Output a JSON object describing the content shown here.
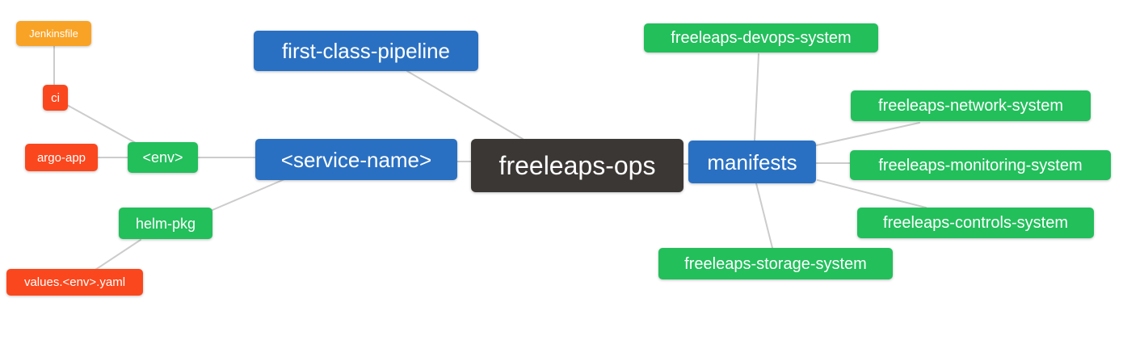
{
  "diagram": {
    "type": "mindmap",
    "title": "freeleaps-ops repository structure",
    "edge_color": "#cccccc",
    "level_colors": {
      "root": "#3B3734",
      "level2": "#2A70C2",
      "level3": "#22BF5B",
      "level4": "#FB471D",
      "level5": "#F9A326"
    },
    "nodes": [
      {
        "id": "jenkinsfile",
        "label": "Jenkinsfile",
        "level": 5,
        "color": "#F9A326"
      },
      {
        "id": "ci",
        "label": "ci",
        "level": 4,
        "color": "#FB471D"
      },
      {
        "id": "argo-app",
        "label": "argo-app",
        "level": 4,
        "color": "#FB471D"
      },
      {
        "id": "env",
        "label": "<env>",
        "level": 3,
        "color": "#22BF5B"
      },
      {
        "id": "first-class-pipeline",
        "label": "first-class-pipeline",
        "level": 2,
        "color": "#2A70C2"
      },
      {
        "id": "service-name",
        "label": "<service-name>",
        "level": 2,
        "color": "#2A70C2"
      },
      {
        "id": "helm-pkg",
        "label": "helm-pkg",
        "level": 3,
        "color": "#22BF5B"
      },
      {
        "id": "values-env-yaml",
        "label": "values.<env>.yaml",
        "level": 4,
        "color": "#FB471D"
      },
      {
        "id": "freeleaps-ops",
        "label": "freeleaps-ops",
        "level": 1,
        "color": "#3B3734"
      },
      {
        "id": "manifests",
        "label": "manifests",
        "level": 2,
        "color": "#2A70C2"
      },
      {
        "id": "devops-system",
        "label": "freeleaps-devops-system",
        "level": 3,
        "color": "#22BF5B"
      },
      {
        "id": "network-system",
        "label": "freeleaps-network-system",
        "level": 3,
        "color": "#22BF5B"
      },
      {
        "id": "monitoring-system",
        "label": "freeleaps-monitoring-system",
        "level": 3,
        "color": "#22BF5B"
      },
      {
        "id": "controls-system",
        "label": "freeleaps-controls-system",
        "level": 3,
        "color": "#22BF5B"
      },
      {
        "id": "storage-system",
        "label": "freeleaps-storage-system",
        "level": 3,
        "color": "#22BF5B"
      }
    ],
    "edges": [
      {
        "from": "ci",
        "to": "jenkinsfile"
      },
      {
        "from": "env",
        "to": "ci"
      },
      {
        "from": "env",
        "to": "argo-app"
      },
      {
        "from": "service-name",
        "to": "env"
      },
      {
        "from": "service-name",
        "to": "helm-pkg"
      },
      {
        "from": "helm-pkg",
        "to": "values-env-yaml"
      },
      {
        "from": "freeleaps-ops",
        "to": "first-class-pipeline"
      },
      {
        "from": "freeleaps-ops",
        "to": "service-name"
      },
      {
        "from": "freeleaps-ops",
        "to": "manifests"
      },
      {
        "from": "manifests",
        "to": "devops-system"
      },
      {
        "from": "manifests",
        "to": "network-system"
      },
      {
        "from": "manifests",
        "to": "monitoring-system"
      },
      {
        "from": "manifests",
        "to": "controls-system"
      },
      {
        "from": "manifests",
        "to": "storage-system"
      }
    ]
  }
}
